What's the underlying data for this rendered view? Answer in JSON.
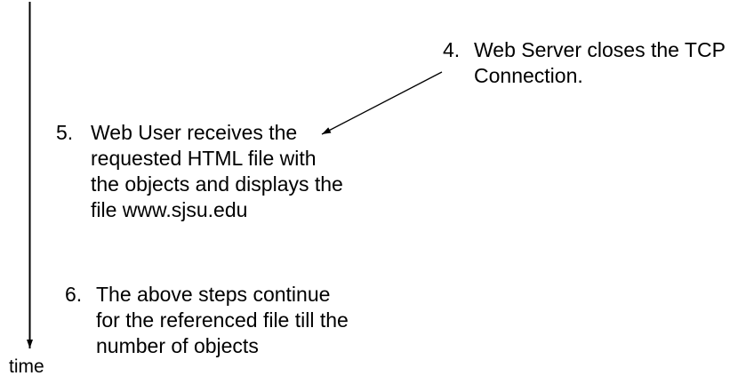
{
  "diagram": {
    "background_color": "#ffffff",
    "line_color": "#000000",
    "text_color": "#000000",
    "time_axis_label": "time",
    "steps": [
      {
        "number": "4.",
        "text": "Web Server closes the TCP\nConnection."
      },
      {
        "number": "5.",
        "text": "Web User receives the\nrequested HTML file with\nthe objects and displays the\nfile www.sjsu.edu"
      },
      {
        "number": "6.",
        "text": "The above steps continue\nfor the referenced file till the\nnumber of objects"
      }
    ]
  }
}
